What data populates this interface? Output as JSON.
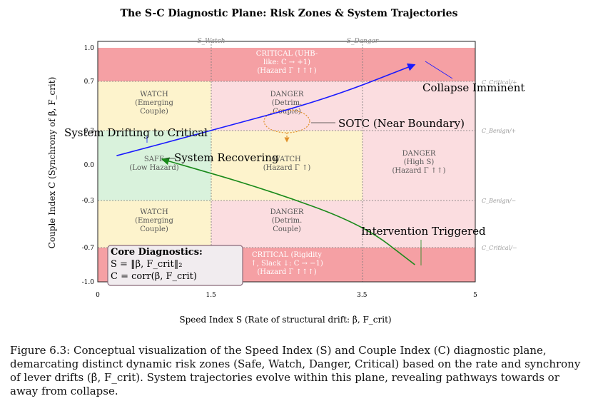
{
  "diagram": {
    "title": "The S-C Diagnostic Plane: Risk Zones & System Trajectories",
    "x_axis_label": "Speed Index S (Rate of structural drift: β̇, F_crit)",
    "y_axis_label": "Couple Index C (Synchrony of β̇, F_crit)",
    "x_ticks": [
      "0",
      "1.5",
      "3.5",
      "5"
    ],
    "x_tick_values": [
      0,
      1.5,
      3.5,
      5
    ],
    "y_ticks": [
      "1.0",
      "0.7",
      "0.3",
      "0.0",
      "-0.3",
      "-0.7",
      "-1.0"
    ],
    "y_tick_values": [
      1.0,
      0.7,
      0.3,
      0.0,
      -0.3,
      -0.7,
      -1.0
    ],
    "top_threshold_labels": [
      "S_Watch",
      "S_Danger"
    ],
    "right_threshold_labels": [
      "C_Critical/+",
      "C_Benign/+",
      "C_Benign/−",
      "C_Critical/−"
    ],
    "zones": [
      {
        "id": "critical-top",
        "lines": [
          "CRITICAL (UHB-",
          "like: C → +1)",
          "(Hazard Γ ↑↑↑)"
        ]
      },
      {
        "id": "watch-upper",
        "lines": [
          "WATCH",
          "(Emerging",
          "Couple)"
        ]
      },
      {
        "id": "danger-upper-mid",
        "lines": [
          "DANGER",
          "(Detrim.",
          "Couple)"
        ]
      },
      {
        "id": "safe",
        "lines": [
          "SAFE",
          "(Low Hazard)"
        ]
      },
      {
        "id": "watch-center",
        "lines": [
          "WATCH",
          "(Hazard Γ ↑)"
        ]
      },
      {
        "id": "danger-right",
        "lines": [
          "DANGER",
          "(High S)",
          "(Hazard Γ ↑↑)"
        ]
      },
      {
        "id": "watch-lower",
        "lines": [
          "WATCH",
          "(Emerging",
          "Couple)"
        ]
      },
      {
        "id": "danger-lower-mid",
        "lines": [
          "DANGER",
          "(Detrim.",
          "Couple)"
        ]
      },
      {
        "id": "critical-bottom",
        "lines": [
          "CRITICAL (Rigidity",
          "↑, Slack ↓: C → −1)",
          "(Hazard Γ ↑↑↑)"
        ]
      }
    ],
    "annotations": {
      "collapse": "Collapse Imminent",
      "sotc": "SOTC (Near Boundary)",
      "drifting": "System Drifting to Critical",
      "recovering": "System Recovering",
      "intervention": "Intervention Triggered"
    },
    "core_box": {
      "title": "Core Diagnostics:",
      "line1": "S = ‖β̇, F_crit‖₂",
      "line2": "C = corr(β̇, F_crit)"
    },
    "trajectories": [
      {
        "name": "drifting",
        "color": "#1a1aff",
        "points": [
          [
            0.25,
            0.08
          ],
          [
            1.5,
            0.3
          ],
          [
            3.0,
            0.55
          ],
          [
            4.2,
            0.85
          ]
        ]
      },
      {
        "name": "recovering",
        "color": "#1a8a1a",
        "points": [
          [
            4.2,
            -0.85
          ],
          [
            3.5,
            -0.5
          ],
          [
            2.2,
            -0.2
          ],
          [
            0.85,
            0.05
          ]
        ]
      }
    ],
    "colors": {
      "critical": "#f5a0a4",
      "danger": "#fbdde0",
      "watch": "#fdf3cc",
      "safe": "#d9f2dc",
      "zone_text_critical": "#ffffff",
      "zone_text": "#555555"
    }
  },
  "caption": {
    "lead": "Figure 6.3:",
    "text": "Conceptual visualization of the Speed Index (S) and Couple Index (C) diagnostic plane, demarcating distinct dynamic risk zones (Safe, Watch, Danger, Critical) based on the rate and synchrony of lever drifts (β̇, F_crit). System trajectories evolve within this plane, revealing pathways towards or away from collapse."
  }
}
